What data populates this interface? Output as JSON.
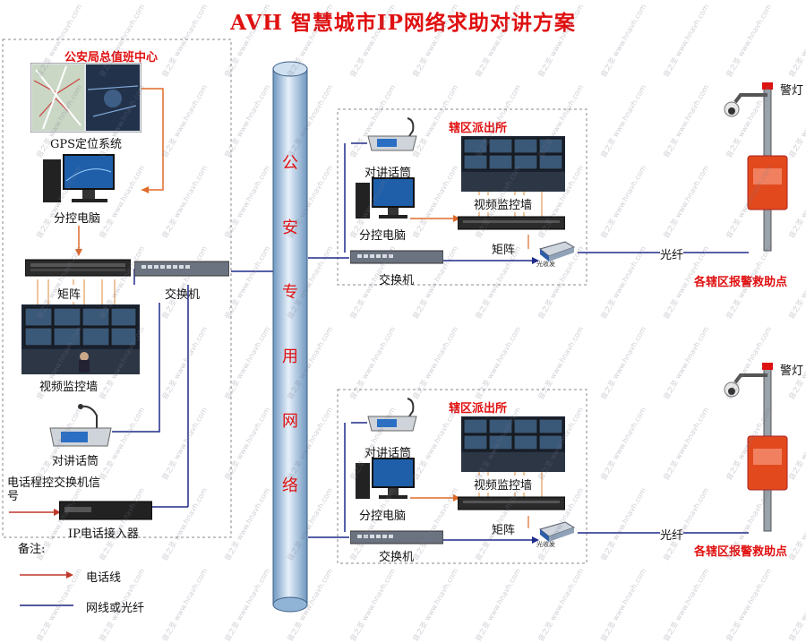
{
  "title": "AVH 智慧城市IP网络求助对讲方案",
  "left_panel": {
    "center_label": "公安局总值班中心",
    "gps_label": "GPS定位系统",
    "pc_label": "分控电脑",
    "matrix_label": "矩阵",
    "switch_label": "交换机",
    "videowall_label": "视频监控墙",
    "intercom_label": "对讲话筒",
    "phone_signal_label": "电话程控交换机信号",
    "ip_phone_label": "IP电话接入器"
  },
  "pipe_label": "公安专用网络",
  "stations": [
    {
      "title": "辖区派出所",
      "intercom_label": "对讲话筒",
      "videowall_label": "视频监控墙",
      "pc_label": "分控电脑",
      "matrix_label": "矩阵",
      "switch_label": "交换机",
      "transceiver_label": "光收发",
      "fiber_label": "光纤",
      "alarm_label": "警灯",
      "point_label": "各辖区报警救助点"
    },
    {
      "title": "辖区派出所",
      "intercom_label": "对讲话筒",
      "videowall_label": "视频监控墙",
      "pc_label": "分控电脑",
      "matrix_label": "矩阵",
      "switch_label": "交换机",
      "transceiver_label": "光收发",
      "fiber_label": "光纤",
      "alarm_label": "警灯",
      "point_label": "各辖区报警救助点"
    }
  ],
  "legend": {
    "title": "备注:",
    "items": [
      {
        "label": "电话线",
        "color": "#c0392b"
      },
      {
        "label": "网线或光纤",
        "color": "#1a237e"
      }
    ]
  },
  "watermark": "音之圣 www.hnavh.com",
  "colors": {
    "accent_red": "#e01010",
    "phone_line": "#e06a2a",
    "net_line": "#1f2a8a",
    "pipe": "#8fb4d6"
  }
}
